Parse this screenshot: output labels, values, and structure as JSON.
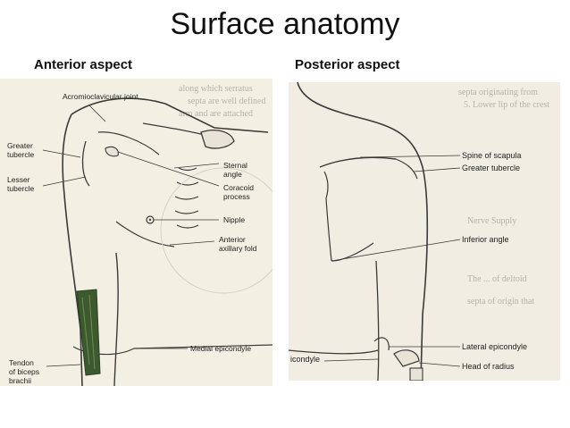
{
  "title": "Surface anatomy",
  "anterior": {
    "heading": "Anterior aspect",
    "labels": {
      "acromioclavicular": "Acromioclavicular joint",
      "greater_tubercle_1": "Greater",
      "greater_tubercle_2": "tubercle",
      "lesser_tubercle_1": "Lesser",
      "lesser_tubercle_2": "tubercle",
      "sternal_angle_1": "Sternal",
      "sternal_angle_2": "angle",
      "coracoid_1": "Coracoid",
      "coracoid_2": "process",
      "nipple": "Nipple",
      "anterior_axillary_1": "Anterior",
      "anterior_axillary_2": "axillary fold",
      "tendon_1": "Tendon",
      "tendon_2": "of biceps",
      "tendon_3": "brachii",
      "medial_epicondyle": "Medial epicondyle"
    }
  },
  "posterior": {
    "heading": "Posterior aspect",
    "labels": {
      "spine_of_scapula": "Spine of scapula",
      "greater_tubercle": "Greater tubercle",
      "inferior_angle": "Inferior angle",
      "icondyle": "icondyle",
      "lateral_epicondyle": "Lateral epicondyle",
      "head_of_radius": "Head of radius"
    }
  },
  "colors": {
    "biceps_tendon": "#3c5a2e",
    "line": "#3a3a3a"
  }
}
